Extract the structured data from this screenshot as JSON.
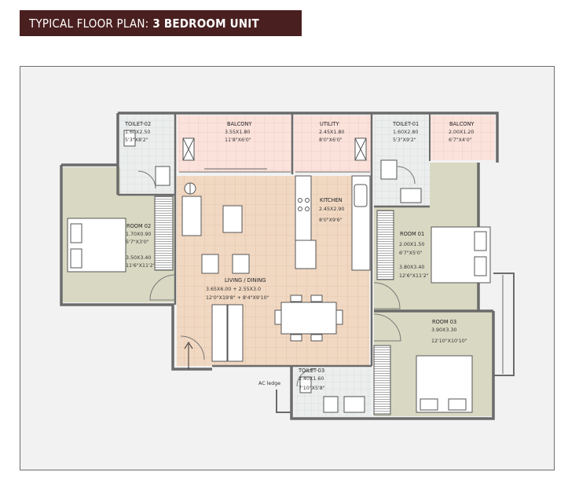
{
  "header": {
    "title_prefix": "TYPICAL FLOOR PLAN:",
    "title_bold": "3 BEDROOM UNIT"
  },
  "rooms": {
    "toilet_02": {
      "name": "TOILET-02",
      "dim1": "1.60X2.50",
      "dim2": "5'3\"X8'2\""
    },
    "balcony_1": {
      "name": "BALCONY",
      "dim1": "3.55X1.80",
      "dim2": "11'8\"X6'0\""
    },
    "utility": {
      "name": "UTILITY",
      "dim1": "2.45X1.80",
      "dim2": "8'0\"X6'0\""
    },
    "toilet_01": {
      "name": "TOILET-01",
      "dim1": "1.60X2.80",
      "dim2": "5'3\"X9'2\""
    },
    "balcony_2": {
      "name": "BALCONY",
      "dim1": "2.00X1.20",
      "dim2": "6'7\"X4'0\""
    },
    "kitchen": {
      "name": "KITCHEN",
      "dim1": "2.45X2.90",
      "dim2": "8'0\"X9'6\""
    },
    "room_02": {
      "name": "ROOM 02",
      "dim1": "1.70X0.90",
      "dim2": "5'7\"X3'0\"",
      "dim3": "3.50X3.40",
      "dim4": "11'6\"X11'2\""
    },
    "room_01": {
      "name": "ROOM 01",
      "dim1": "2.00X1.50",
      "dim2": "6'7\"X5'0\"",
      "dim3": "3.80X3.40",
      "dim4": "12'6\"X11'2\""
    },
    "living_dining": {
      "name": "LIVING / DINING",
      "dim1": "3.65X6.00 + 2.55X3.0",
      "dim2": "12'0\"X19'8\" + 8'4\"X9'10\""
    },
    "room_03": {
      "name": "ROOM 03",
      "dim1": "3.90X3.30",
      "dim2": "12'10\"X10'10\""
    },
    "toilet_03": {
      "name": "TOILET-03",
      "dim1": "2.40X1.60",
      "dim2": "7'10\"X5'8\""
    }
  },
  "annotations": {
    "ac_ledge": "AC ledge"
  },
  "colors": {
    "header_bg": "#4a1f1f",
    "frame_bg": "#f2f2f2",
    "wall": "#6b6b6b",
    "bedroom_floor": "#d9d9c3",
    "living_floor": "#f1d8c2",
    "balcony_floor": "#fbe3dc",
    "toilet_floor": "#e9ecec"
  }
}
